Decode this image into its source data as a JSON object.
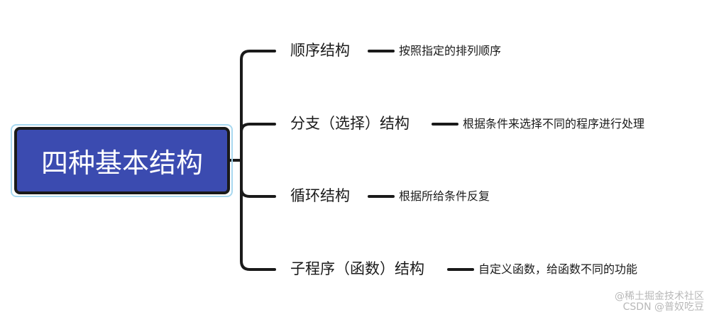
{
  "root": {
    "label": "四种基本结构"
  },
  "branches": [
    {
      "label": "顺序结构",
      "detail": "按照指定的排列顺序"
    },
    {
      "label": "分支（选择）结构",
      "detail": "根据条件来选择不同的程序进行处理"
    },
    {
      "label": "循环结构",
      "detail": "根据所给条件反复"
    },
    {
      "label": "子程序（函数）结构",
      "detail": "自定义函数，给函数不同的功能"
    }
  ],
  "watermark": {
    "line1": "@稀土掘金技术社区",
    "line2": "CSDN @普奴吃豆"
  },
  "colors": {
    "root_fill": "#3b4bb0",
    "root_border": "#1a1a1a",
    "root_halo": "#a8d8f0",
    "line": "#1a1a1a"
  }
}
